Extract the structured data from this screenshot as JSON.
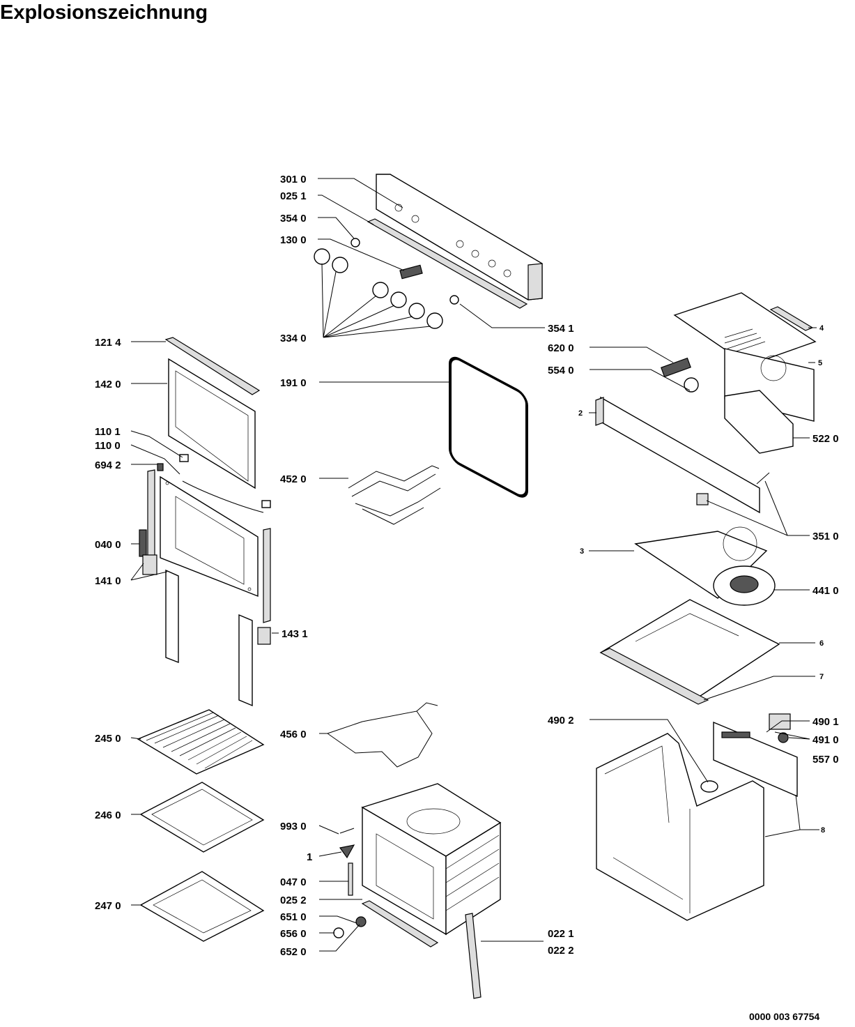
{
  "title": "Explosionszeichnung",
  "document_number": "0000 003 67754",
  "labels": {
    "l3010": "301 0",
    "l0251": "025 1",
    "l3540": "354 0",
    "l1300": "130 0",
    "l3340": "334 0",
    "l3541": "354 1",
    "l1214": "121 4",
    "l1420": "142 0",
    "l1910": "191 0",
    "l1101": "110 1",
    "l1100": "110 0",
    "l6942": "694 2",
    "l4520": "452 0",
    "l0400": "040 0",
    "l1410": "141 0",
    "l1431": "143 1",
    "l2450": "245 0",
    "l4560": "456 0",
    "l2460": "246 0",
    "l9930": "993 0",
    "l1": "1",
    "l0470": "047 0",
    "l0252": "025 2",
    "l6510": "651 0",
    "l6560": "656 0",
    "l6520": "652 0",
    "l2470": "247 0",
    "l0221": "022 1",
    "l0222": "022 2",
    "l4": "4",
    "l6200": "620 0",
    "l5": "5",
    "l5540": "554 0",
    "l2": "2",
    "l5220": "522 0",
    "l3510": "351 0",
    "l3": "3",
    "l4410": "441 0",
    "l6": "6",
    "l7": "7",
    "l4901": "490 1",
    "l4902": "490 2",
    "l4910": "491 0",
    "l5570": "557 0",
    "l8": "8"
  }
}
